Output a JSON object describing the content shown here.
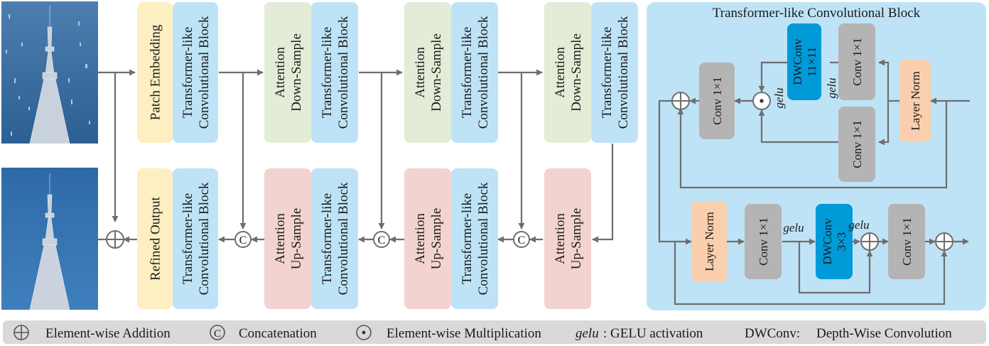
{
  "encoder": {
    "patch_embedding": "Patch Embedding",
    "tcb_line1": "Transformer-like",
    "tcb_line2": "Convolutional Block",
    "attn_down_line1": "Attention",
    "attn_down_line2": "Down-Sample"
  },
  "decoder": {
    "refined_output": "Refined Output",
    "attn_up_line1": "Attention",
    "attn_up_line2": "Up-Sample",
    "concat_symbol": "C"
  },
  "detail": {
    "title": "Transformer-like Convolutional Block",
    "conv1x1": "Conv 1×1",
    "layer_norm": "Layer Norm",
    "dwconv": "DWConv",
    "dwconv_11": "11×11",
    "dwconv_3": "3×3",
    "gelu": "gelu"
  },
  "legend": {
    "addition": "Element-wise Addition",
    "concatenation": "Concatenation",
    "multiplication": "Element-wise Multiplication",
    "gelu_term": "gelu",
    "gelu_desc": ":  GELU activation",
    "dwconv_term": "DWConv:",
    "dwconv_desc": "Depth-Wise Convolution",
    "concat_symbol": "C"
  },
  "colors": {
    "tcb": "#bfe3f6",
    "patch": "#fdefc1",
    "attn_down": "#e2ecd6",
    "attn_up": "#f3d3d0",
    "refined": "#fdefc1",
    "panel": "#bfe3f6",
    "conv": "#b4b4b4",
    "dwconv": "#009ad8",
    "layernorm": "#f9cfae",
    "legend_bg": "#d9d9d9",
    "arrow": "#6e6e6e"
  }
}
